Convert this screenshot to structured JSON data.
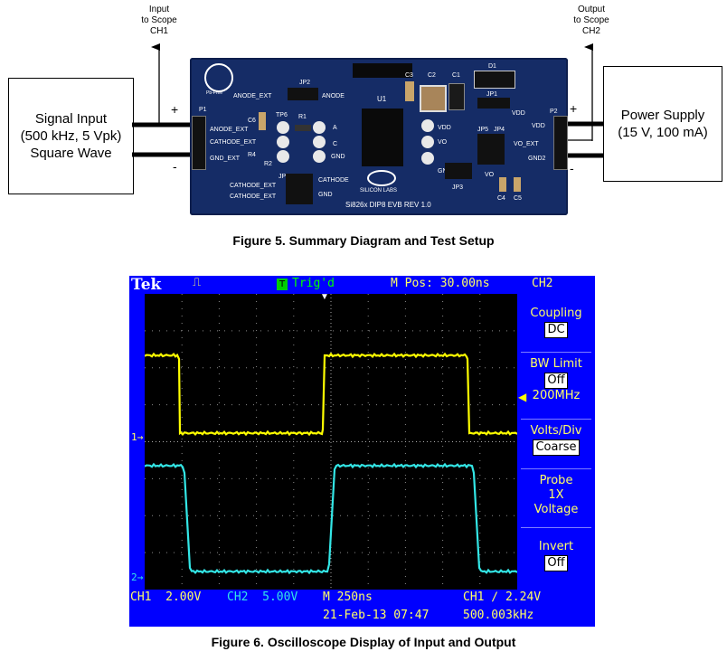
{
  "figure5": {
    "caption": "Figure 5. Summary Diagram and Test Setup",
    "signal_box": [
      "Signal Input",
      "(500 kHz, 5 Vpk)",
      "Square Wave"
    ],
    "power_box": [
      "Power Supply",
      "(15 V, 100 mA)"
    ],
    "scope_ch1": [
      "Input",
      "to Scope",
      "CH1"
    ],
    "scope_ch2": [
      "Output",
      "to Scope",
      "CH2"
    ],
    "plus": "+",
    "minus": "-",
    "board": {
      "pb_free": "Pb-Free",
      "jp2": "JP2",
      "u1": "U1",
      "c2": "C2",
      "c1": "C1",
      "d1": "D1",
      "c3": "C3",
      "jp1": "JP1",
      "p1": "P1",
      "p2": "P2",
      "anode_ext_top": "ANODE_EXT",
      "anode": "ANODE",
      "c6": "C6",
      "tp6": "TP6",
      "r1": "R1",
      "anode_ext": "ANODE_EXT",
      "cathode_ext": "CATHODE_EXT",
      "gnd_ext": "GND_EXT",
      "r4": "R4",
      "r2": "R2",
      "a": "A",
      "c": "C",
      "vdd": "VDD",
      "vdd2": "VDD",
      "vo": "VO",
      "gnd2": "GND2",
      "gnd": "GND",
      "jp5": "JP5",
      "jp4": "JP4",
      "vo_ext": "VO_EXT",
      "vdd_p2": "VDD",
      "gnd2_p2": "GND2",
      "jp3": "JP3",
      "vo_low": "VO",
      "cathode_ext_b1": "CATHODE_EXT",
      "cathode_ext_b2": "CATHODE_EXT",
      "cathode": "CATHODE",
      "gnd_b": "GND",
      "jp6": "JP6",
      "silicon_labs": "SILICON LABS",
      "rev": "Si826x DIP8 EVB REV 1.0",
      "c4": "C4",
      "c5": "C5"
    }
  },
  "figure6": {
    "caption": "Figure 6. Oscilloscope Display of Input and Output",
    "header": {
      "brand": "Tek",
      "trig_badge": "T",
      "trig_status": "Trig'd",
      "m_pos": "M Pos: 30.00ns",
      "menu_title": "CH2"
    },
    "menu": [
      {
        "label": "Coupling",
        "value": "DC"
      },
      {
        "label": "BW Limit",
        "value": "Off",
        "extra": "200MHz"
      },
      {
        "label": "Volts/Div",
        "value": "Coarse"
      },
      {
        "label": "Probe",
        "lines": [
          "1X",
          "Voltage"
        ]
      },
      {
        "label": "Invert",
        "value": "Off"
      }
    ],
    "footer": {
      "ch1": "CH1  2.00V",
      "ch2": "CH2  5.00V",
      "timebase": "M 250ns",
      "trigger": "CH1 ∕ 2.24V",
      "date": "21-Feb-13 07:47",
      "freq": "500.003kHz"
    },
    "markers": {
      "ch1": "1→",
      "ch2": "2→"
    },
    "colors": {
      "ch1": "#ffff00",
      "ch2": "#33e6e6",
      "screen": "#000000",
      "bezel": "#0000ff",
      "text": "#ffff66"
    }
  }
}
